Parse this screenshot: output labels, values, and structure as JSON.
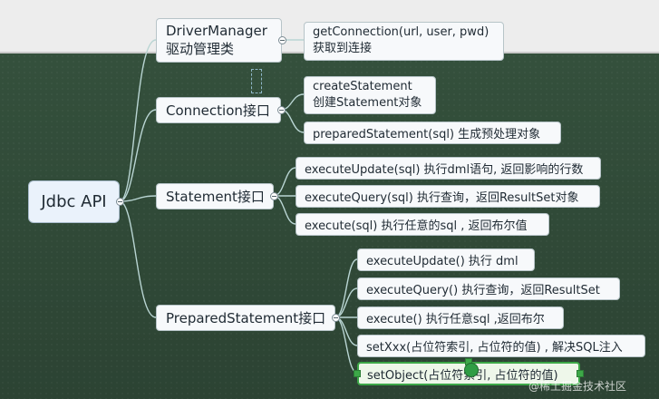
{
  "root": {
    "label": "Jdbc API"
  },
  "branches": {
    "driver_manager": {
      "lines": [
        "DriverManager",
        "驱动管理类"
      ],
      "children": [
        {
          "lines": [
            "getConnection(url, user, pwd)",
            "获取到连接"
          ]
        }
      ]
    },
    "connection": {
      "label": "Connection接口",
      "children": [
        {
          "lines": [
            "createStatement",
            "创建Statement对象"
          ]
        },
        {
          "label": "preparedStatement(sql) 生成预处理对象"
        }
      ]
    },
    "statement": {
      "label": "Statement接口",
      "children": [
        {
          "label": "executeUpdate(sql) 执行dml语句, 返回影响的行数"
        },
        {
          "label": "executeQuery(sql) 执行查询，返回ResultSet对象"
        },
        {
          "label": "execute(sql) 执行任意的sql , 返回布尔值"
        }
      ]
    },
    "prepared_statement": {
      "label": "PreparedStatement接口",
      "children": [
        {
          "label": "executeUpdate() 执行 dml"
        },
        {
          "label": "executeQuery() 执行查询，返回ResultSet"
        },
        {
          "label": "execute() 执行任意sql ,返回布尔"
        },
        {
          "label": "setXxx(占位符索引, 占位符的值) , 解决SQL注入"
        },
        {
          "label": "setObject(占位符索引, 占位符的值)"
        }
      ]
    }
  },
  "watermark": "@稀土掘金技术社区",
  "colors": {
    "board": "#2f4736",
    "connector": "#b9d5d3",
    "node_bg": "#f7f9fb",
    "selection": "#3da848"
  }
}
